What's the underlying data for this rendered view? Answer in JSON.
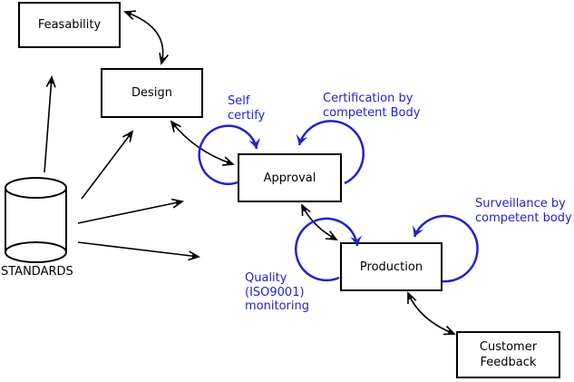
{
  "diagram": {
    "title": "Standards-driven product lifecycle diagram",
    "colors": {
      "line_black": "#000000",
      "annotation_blue": "#2222cc",
      "background": "#ffffff"
    },
    "nodes": {
      "feasability": {
        "label": "Feasability"
      },
      "design": {
        "label": "Design"
      },
      "approval": {
        "label": "Approval"
      },
      "production": {
        "label": "Production"
      },
      "customer_feedback": {
        "label": "Customer\nFeedback"
      }
    },
    "datastore": {
      "label": "STANDARDS"
    },
    "annotations": {
      "self_certify": {
        "label": "Self\ncertify"
      },
      "certification": {
        "label": "Certification by\ncompetent Body"
      },
      "surveillance": {
        "label": "Surveillance by\ncompetent body"
      },
      "quality": {
        "label": "Quality\n(ISO9001)\nmonitoring"
      }
    }
  }
}
